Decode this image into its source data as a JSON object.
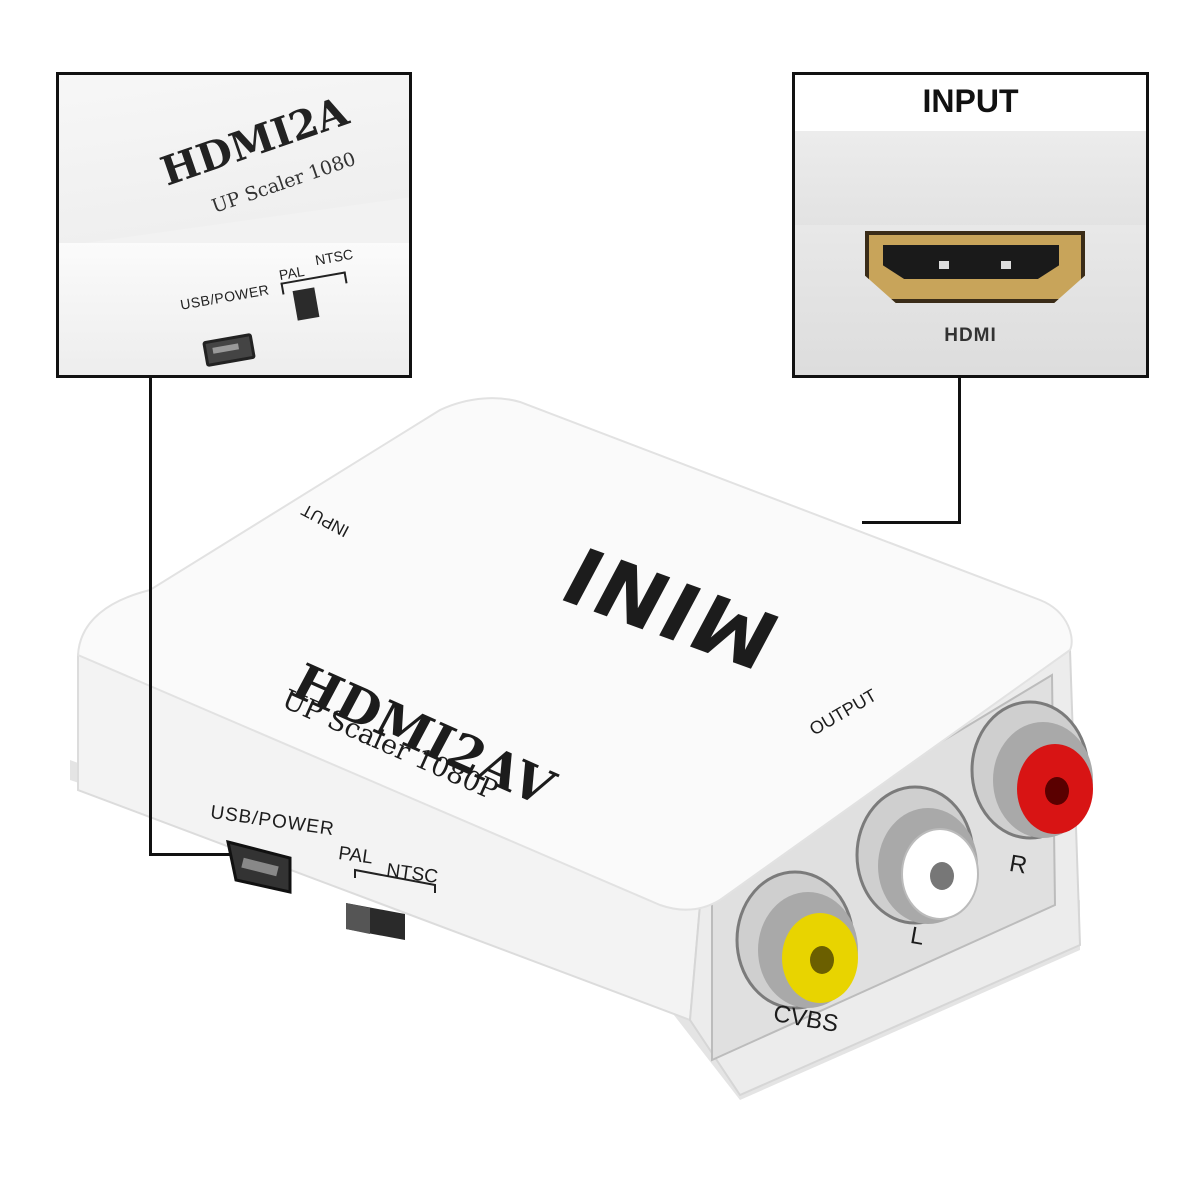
{
  "callouts": {
    "left": {
      "title": "HDMI2A",
      "subtitle": "UP Scaler 1080",
      "usb_label": "USB/POWER",
      "pal_label": "PAL",
      "ntsc_label": "NTSC"
    },
    "right": {
      "heading": "INPUT",
      "port_label": "HDMI"
    }
  },
  "device": {
    "top_logo": "MINI",
    "input_label": "INPUT",
    "title": "HDMI2AV",
    "subtitle": "UP Scaler 1080P",
    "output_label": "OUTPUT",
    "usb_label": "USB/POWER",
    "pal_label": "PAL",
    "ntsc_label": "NTSC",
    "jacks": [
      {
        "label": "CVBS",
        "color": "#e8d400"
      },
      {
        "label": "L",
        "color": "#ffffff"
      },
      {
        "label": "R",
        "color": "#d81414"
      }
    ]
  },
  "colors": {
    "frame": "#111111",
    "hdmi_gold": "#c8a45a",
    "device_body": "#f4f4f4"
  }
}
